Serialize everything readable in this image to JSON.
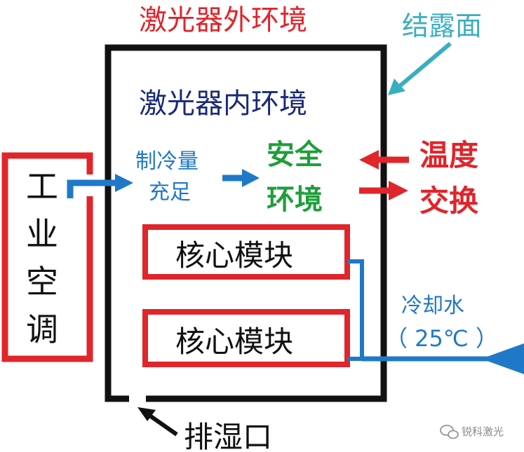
{
  "labels": {
    "outer_environment": "激光器外环境",
    "condensation_surface": "结露面",
    "inner_environment": "激光器内环境",
    "cooling_sufficient_line1": "制冷量",
    "cooling_sufficient_line2": "充足",
    "safe_env_line1": "安全",
    "safe_env_line2": "环境",
    "temp_exchange_line1": "温度",
    "temp_exchange_line2": "交换",
    "industrial_ac": [
      "工",
      "业",
      "空",
      "调"
    ],
    "core_module_1": "核心模块",
    "core_module_2": "核心模块",
    "cooling_water": "冷却水",
    "cooling_water_temp": "（ 25℃ ）",
    "dehumidify_port": "排湿口",
    "watermark": "锐科激光"
  },
  "colors": {
    "red": "#e0252b",
    "blue": "#1f78c8",
    "cyan": "#3aaec0",
    "navy": "#1a2a78",
    "green": "#1e9e3a",
    "black": "#111111",
    "grey": "#8a8a8a"
  }
}
